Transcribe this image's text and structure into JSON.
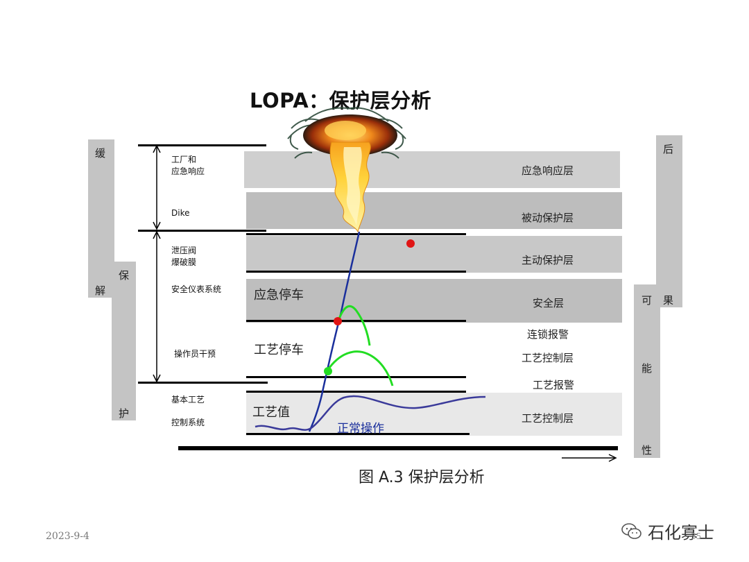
{
  "title": "LOPA：保护层分析",
  "bands": [
    {
      "label": "应急响应层"
    },
    {
      "label": "被动保护层"
    },
    {
      "label": "主动保护层"
    },
    {
      "label": "安全层"
    },
    {
      "label": "工艺控制层"
    }
  ],
  "right_labels": [
    "连锁报警",
    "工艺控制层",
    "工艺报警"
  ],
  "left_labels": {
    "plant_emergency": [
      "工厂和",
      "应急响应"
    ],
    "dike": "Dike",
    "relief": [
      "泄压阀",
      "爆破膜"
    ],
    "sis": "安全仪表系统",
    "operator": "操作员干预",
    "bpcs": [
      "基本工艺",
      "控制系统"
    ]
  },
  "mid_labels": {
    "esd": "应急停车",
    "process_shutdown": "工艺停车",
    "process_value": "工艺值",
    "normal_operation": "正常操作"
  },
  "left_side": {
    "outer": [
      "缓",
      "解"
    ],
    "inner": [
      "保",
      "护"
    ]
  },
  "right_side": {
    "inner": [
      "后",
      "果"
    ],
    "outer": [
      "可",
      "能",
      "性"
    ]
  },
  "caption": "图 A.3 保护层分析",
  "footer": {
    "date": "2023-9-4",
    "brand": "石化寡士",
    "page": "35"
  },
  "colors": {
    "band": "#c8c8c8",
    "band_light": "#e8e8e8",
    "blue_line": "#1a2f9c",
    "process_line": "#3a3a9a",
    "green": "#22dd22",
    "red": "#e01515"
  }
}
